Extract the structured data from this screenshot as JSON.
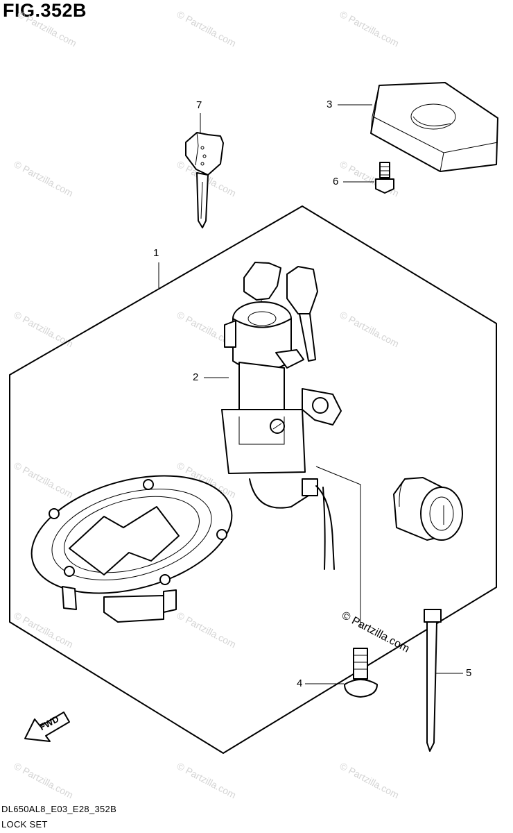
{
  "figure": {
    "title": "FIG.352B",
    "code": "DL650AL8_E03_E28_352B",
    "caption": "LOCK SET"
  },
  "callouts": [
    "1",
    "2",
    "3",
    "4",
    "5",
    "6",
    "7"
  ],
  "parts": [
    {
      "callout": "1",
      "icon": "lock-set-frame"
    },
    {
      "callout": "2",
      "icon": "ignition-switch"
    },
    {
      "callout": "3",
      "icon": "seat-lock-cap"
    },
    {
      "callout": "4",
      "icon": "screw"
    },
    {
      "callout": "5",
      "icon": "cable-tie"
    },
    {
      "callout": "6",
      "icon": "bolt"
    },
    {
      "callout": "7",
      "icon": "key-blank"
    }
  ],
  "direction_label": "FWD",
  "watermark": {
    "text": "© Partzilla.com",
    "main_text": "© Partzilla.com"
  },
  "colors": {
    "line": "#000000",
    "watermark": "#d4d4d4",
    "background": "#ffffff"
  }
}
